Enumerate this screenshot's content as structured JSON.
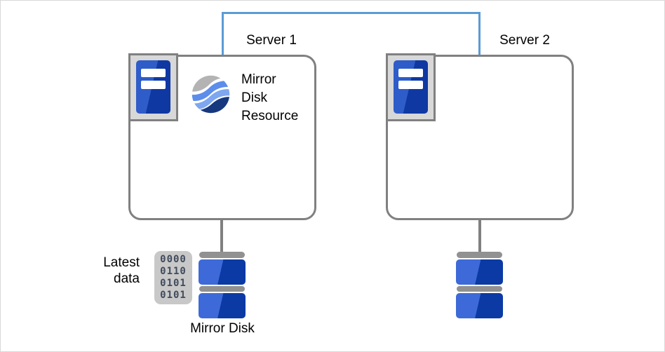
{
  "diagram": {
    "servers": [
      {
        "label": "Server 1"
      },
      {
        "label": "Server 2"
      }
    ],
    "mirror_disk_resource": {
      "line1": "Mirror",
      "line2": "Disk",
      "line3": "Resource"
    },
    "latest_data": {
      "line1": "Latest",
      "line2": "data"
    },
    "mirror_disk_label": "Mirror Disk",
    "binary_rows": [
      "0000",
      "0110",
      "0101",
      "0101"
    ]
  },
  "icons": {
    "server_icon": "server-tower",
    "mirror_disk_resource_icon": "wave-sphere",
    "disk_icon": "stacked-mirror-disk",
    "binary_block_icon": "binary-data-block"
  },
  "colors": {
    "interconnect_blue": "#5B9BD5",
    "box_border_gray": "#808080",
    "icon_plate_gray": "#D8D8D8",
    "server_icon_blue_light": "#2E5CC9",
    "server_icon_blue_dark": "#0F38A2",
    "disk_blue_light": "#3D6AD8",
    "disk_blue_dark": "#0B3AA5",
    "disk_cap_gray": "#919191",
    "binary_block_fill": "#C8C8C8",
    "binary_text": "#414B5C",
    "swirl_gray": "#B3B3B3",
    "swirl_blue": "#5C8DEB",
    "swirl_light_blue": "#7FA7F0",
    "swirl_navy": "#16387E"
  }
}
